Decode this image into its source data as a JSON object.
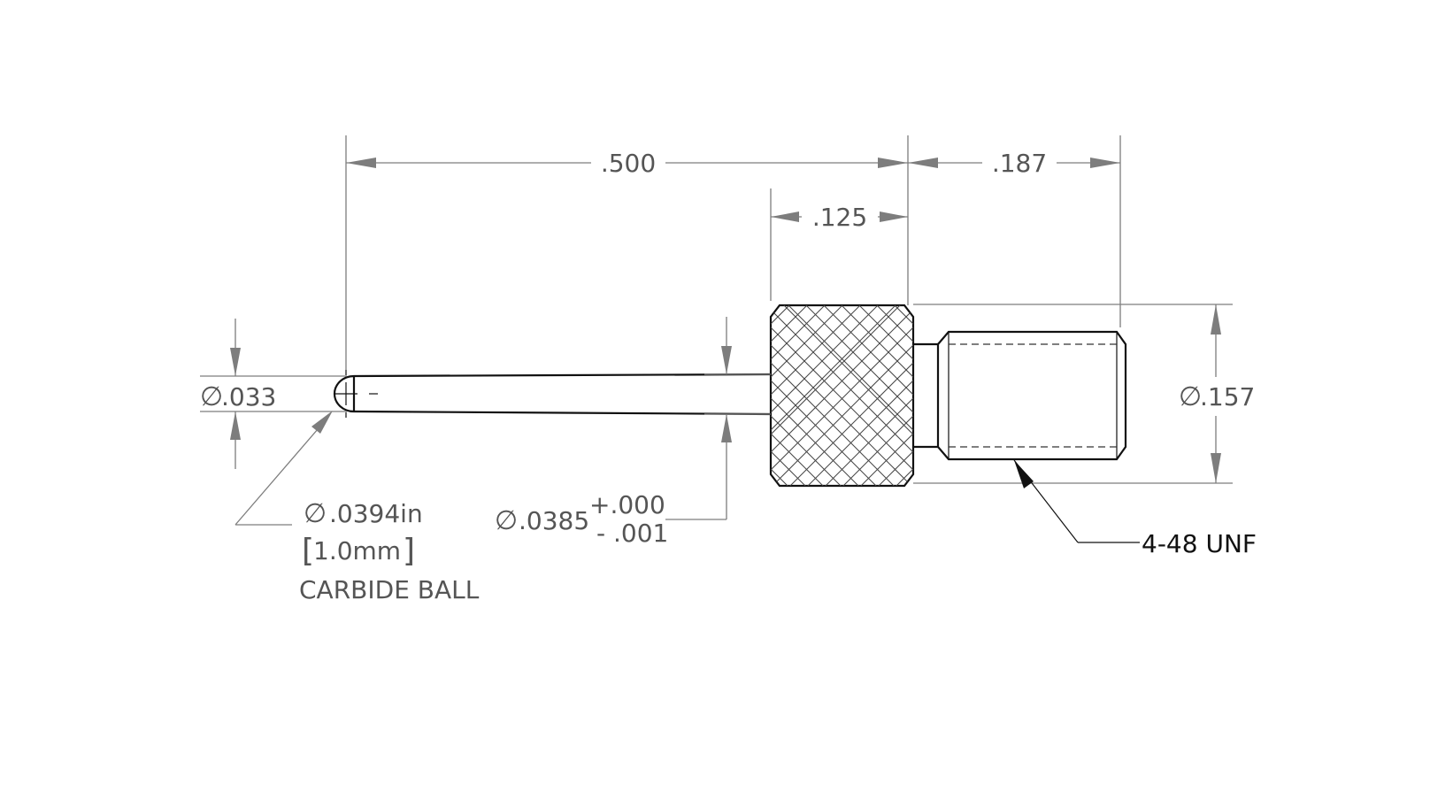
{
  "dimensions": {
    "overall_length": ".500",
    "thread_length": ".187",
    "knurl_width": ".125",
    "ball_size": ".033",
    "body_diameter": ".157",
    "ball_callout_diameter": ".0394in",
    "ball_callout_metric": "1.0mm",
    "ball_callout_note": "CARBIDE BALL",
    "stem_diameter": ".0385",
    "stem_tol_plus": "+.000",
    "stem_tol_minus": "- .001",
    "thread_callout": "4-48 UNF"
  },
  "symbols": {
    "diameter": "∅"
  }
}
